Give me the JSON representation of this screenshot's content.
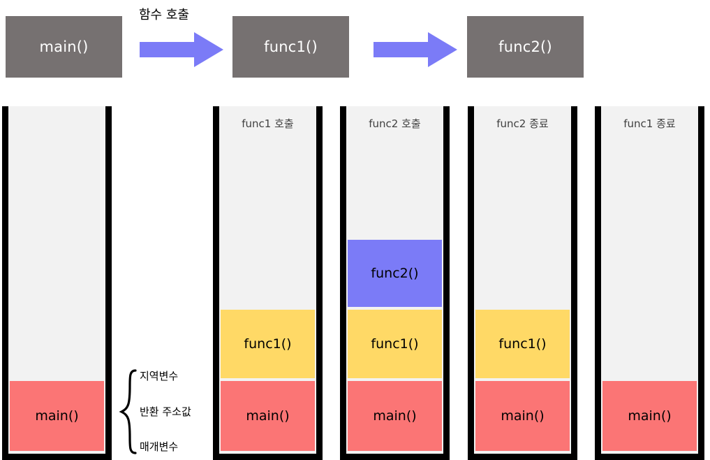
{
  "diagram": {
    "title_caption": "함수 호출",
    "call_flow": [
      {
        "label": "main()"
      },
      {
        "label": "func1()"
      },
      {
        "label": "func2()"
      }
    ],
    "arrows": [
      {
        "name": "arrow-main-to-func1"
      },
      {
        "name": "arrow-func1-to-func2"
      }
    ],
    "colors": {
      "box_gray": "#767171",
      "arrow_blue": "#7B7BF7",
      "frame_main": "#FB7575",
      "frame_func1": "#FFD966",
      "frame_func2": "#7B7BF7",
      "stack_bg": "#F2F2F2",
      "stack_border": "#000000"
    },
    "stacks": [
      {
        "label": "",
        "frames": [
          {
            "label": "main()",
            "color": "#FB7575"
          }
        ]
      },
      {
        "label": "func1 호출",
        "frames": [
          {
            "label": "func1()",
            "color": "#FFD966"
          },
          {
            "label": "main()",
            "color": "#FB7575"
          }
        ]
      },
      {
        "label": "func2 호출",
        "frames": [
          {
            "label": "func2()",
            "color": "#7B7BF7"
          },
          {
            "label": "func1()",
            "color": "#FFD966"
          },
          {
            "label": "main()",
            "color": "#FB7575"
          }
        ]
      },
      {
        "label": "func2 종료",
        "frames": [
          {
            "label": "func1()",
            "color": "#FFD966"
          },
          {
            "label": "main()",
            "color": "#FB7575"
          }
        ]
      },
      {
        "label": "func1 종료",
        "frames": [
          {
            "label": "main()",
            "color": "#FB7575"
          }
        ]
      }
    ],
    "brace": {
      "name": "stack-frame-brace",
      "items": [
        "지역변수",
        "반환 주소값",
        "매개변수"
      ]
    }
  }
}
